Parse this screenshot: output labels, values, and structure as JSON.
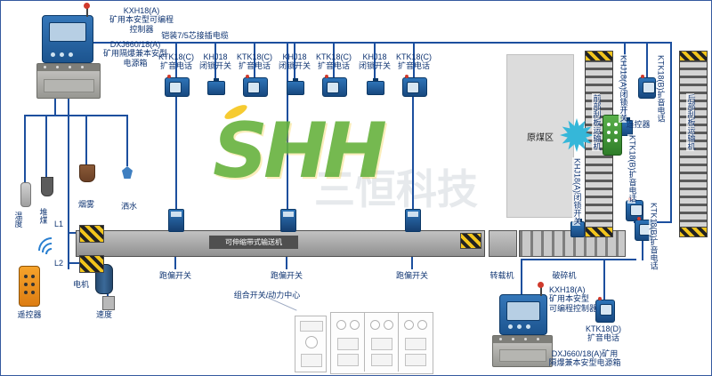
{
  "colors": {
    "wire": "#1c4f9e",
    "device_blue": "#1c548f",
    "label_navy": "#0f3472",
    "belt_gray": "#a8a8a8",
    "hazard_yellow": "#f2c51c",
    "logo_green": "#67b23e"
  },
  "top_left": {
    "controller_label": "KXH18(A)\n矿用本安型可编程\n控制器",
    "power_label": "DXJ660/18(A)\n矿用隔爆兼本安型\n电源箱"
  },
  "cable_label": "铠装7/5芯接插电缆",
  "top_row": {
    "devices": [
      {
        "kind": "phone",
        "label": "KTK18(C)\n扩音电话"
      },
      {
        "kind": "switch",
        "label": "KHJ18\n闭锁开关"
      },
      {
        "kind": "phone",
        "label": "KTK18(C)\n扩音电话"
      },
      {
        "kind": "switch",
        "label": "KHJ18\n闭锁开关"
      },
      {
        "kind": "phone",
        "label": "KTK18(C)\n扩音电话"
      },
      {
        "kind": "switch",
        "label": "KHJ18\n闭锁开关"
      },
      {
        "kind": "phone",
        "label": "KTK18(C)\n扩音电话"
      }
    ]
  },
  "left_sensors": {
    "temperature": "温度",
    "coal_pile": "堆煤",
    "smoke": "烟雾",
    "spray": "洒水",
    "l1": "L1",
    "l2": "L2",
    "motor": "电机",
    "speed": "速度",
    "remote": "遥控器"
  },
  "belt": {
    "label": "可伸缩带式输送机",
    "deviation_switch": "跑偏开关",
    "transfer": "转载机",
    "crusher": "破碎机"
  },
  "right_area": {
    "raw_coal": "原煤区",
    "front_conveyor": "前部刮板运输机",
    "rear_conveyor": "后部刮板运输机",
    "remote": "遥控器",
    "devices": [
      {
        "label": "KHJ18(A)闭锁开关"
      },
      {
        "label": "KTK18(B)扩音电话"
      },
      {
        "label": "KTK18(B)扩音电话"
      },
      {
        "label": "KHJ18(A)闭锁开关"
      },
      {
        "label": "KTK18(B)扩音电话"
      }
    ]
  },
  "bottom": {
    "combo_switch": "组合开关/动力中心",
    "controller_label": "KXH18(A)\n矿用本安型\n可编程控制器",
    "phone_label": "KTK18(D)\n扩音电话",
    "power_label": "DXJ660/18(A)矿用\n隔爆兼本安型电源箱"
  },
  "watermark": {
    "logo": "SHH",
    "company": "三恒科技"
  }
}
